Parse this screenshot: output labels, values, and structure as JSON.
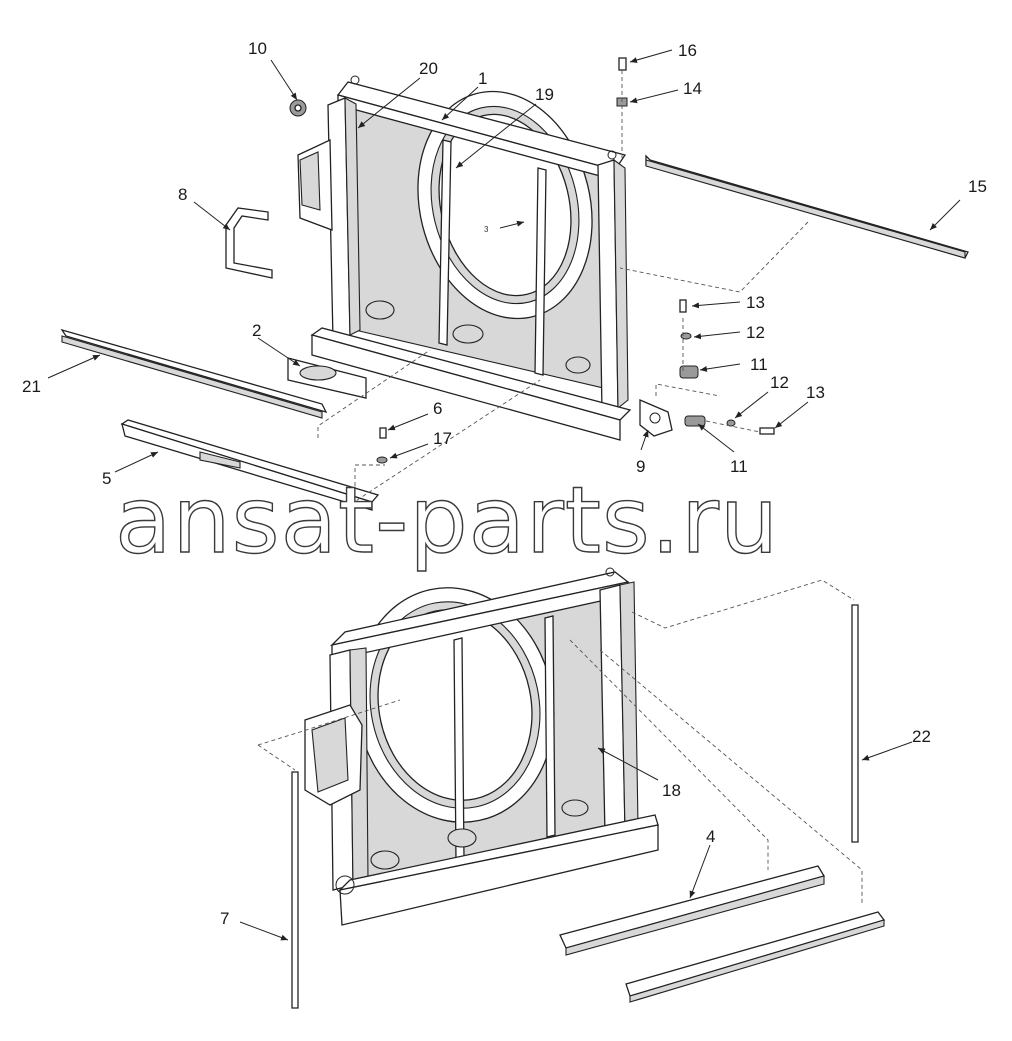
{
  "diagram": {
    "watermark": "ansat-parts.ru",
    "part_labels": [
      "1",
      "2",
      "4",
      "5",
      "6",
      "7",
      "8",
      "9",
      "10",
      "11",
      "11",
      "12",
      "12",
      "13",
      "13",
      "14",
      "15",
      "16",
      "17",
      "18",
      "19",
      "20",
      "21",
      "22"
    ],
    "inner_label": "3"
  }
}
